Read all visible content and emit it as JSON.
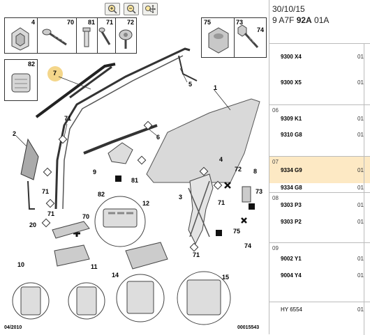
{
  "toolbar": {
    "zoom_in": "zoom-in",
    "zoom_out": "zoom-out",
    "pan": "pan"
  },
  "parts_top_left": [
    "4",
    "70",
    "81",
    "71",
    "72"
  ],
  "parts_top_right": [
    "75",
    "73",
    "74"
  ],
  "part_82": "82",
  "callouts": {
    "c7": "7",
    "c5": "5",
    "c1": "1",
    "c2": "2",
    "c6": "6",
    "c71a": "71",
    "c71b": "71",
    "c71c": "71",
    "c71d": "71",
    "c71e": "71",
    "c9": "9",
    "c82": "82",
    "c81": "81",
    "c4": "4",
    "c72": "72",
    "c8": "8",
    "c73": "73",
    "c3": "3",
    "c75": "75",
    "c74": "74",
    "c70": "70",
    "c20": "20",
    "c12": "12",
    "c10": "10",
    "c11": "11",
    "c14": "14",
    "c15": "15"
  },
  "footer": {
    "date": "04/2010",
    "ref": "00015543"
  },
  "panel": {
    "date": "30/10/15",
    "code_prefix": "9 A7F ",
    "code_bold": "92A",
    "code_suffix": " 01A",
    "sections": [
      {
        "num": "",
        "rows": [
          {
            "code": "9300 X4",
            "qty": "01"
          },
          {
            "code": "9300 X5",
            "qty": "01"
          }
        ]
      },
      {
        "num": "06",
        "rows": [
          {
            "code": "9309 K1",
            "qty": "01"
          },
          {
            "code": "9310 G8",
            "qty": "01"
          }
        ]
      },
      {
        "num": "07",
        "rows": [
          {
            "code": "9334 G9",
            "qty": "01"
          }
        ]
      },
      {
        "num": "",
        "rows": [
          {
            "code": "9334 G8",
            "qty": "01"
          }
        ]
      },
      {
        "num": "08",
        "rows": [
          {
            "code": "9303 P3",
            "qty": "01"
          },
          {
            "code": "9303 P2",
            "qty": "01"
          }
        ]
      },
      {
        "num": "09",
        "rows": [
          {
            "code": "9002 Y1",
            "qty": "01"
          },
          {
            "code": "9004 Y4",
            "qty": "01"
          }
        ]
      },
      {
        "num": "",
        "rows": [
          {
            "code": "HY 6554",
            "qty": "01"
          }
        ]
      }
    ]
  }
}
